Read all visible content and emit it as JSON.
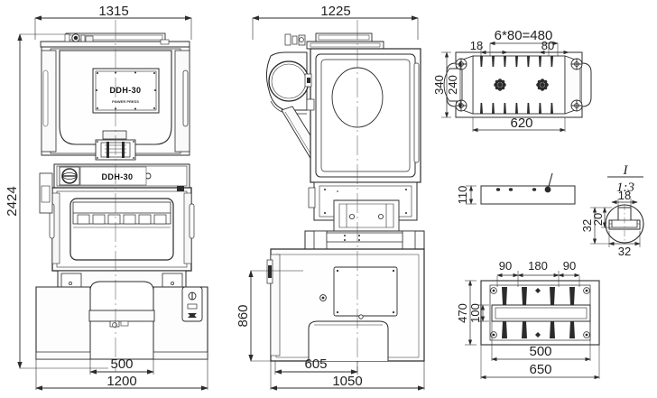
{
  "drawing": {
    "type": "mechanical-engineering-dimensioned-drawing",
    "subject": "DDH-30 power press machine",
    "background_color": "#ffffff",
    "line_color": "#2b2b2b",
    "fill_color": "#fefefe",
    "text_color": "#222222"
  },
  "front_view": {
    "name": "front-elevation-view",
    "machine_label_upper": "DDH-30",
    "machine_label_upper_sub": "POWER PRESS",
    "machine_label_lower": "DDH-30",
    "dimensions": {
      "overall_width_top": "1315",
      "overall_height": "2424",
      "bed_opening_width": "500",
      "base_width": "1200"
    }
  },
  "side_view": {
    "name": "side-elevation-view",
    "dimensions": {
      "overall_width_top": "1225",
      "table_height": "860",
      "base_front_depth": "605",
      "base_total_depth": "1050"
    }
  },
  "plan_detail_top": {
    "name": "bolster-plan-detail",
    "dimensions": {
      "slot_pitch": "6*80=480",
      "edge_offset": "18",
      "slot_spacing": "80",
      "outer_height": "340",
      "inner_height": "240",
      "outer_width": "620"
    }
  },
  "section_detail_mid": {
    "name": "t-slot-section-detail",
    "callout": "I",
    "scale": "1:3",
    "dimensions": {
      "plate_thickness": "110",
      "slot_top_width": "18",
      "slot_total_depth": "32",
      "slot_neck_depth": "20",
      "slot_bottom_width": "32"
    }
  },
  "plan_detail_bottom": {
    "name": "table-plan-detail",
    "dimensions": {
      "slot_span_a": "90",
      "slot_span_b": "180",
      "slot_span_c": "90",
      "outer_height": "470",
      "inner_height": "100",
      "inner_width": "500",
      "outer_width": "650"
    }
  }
}
